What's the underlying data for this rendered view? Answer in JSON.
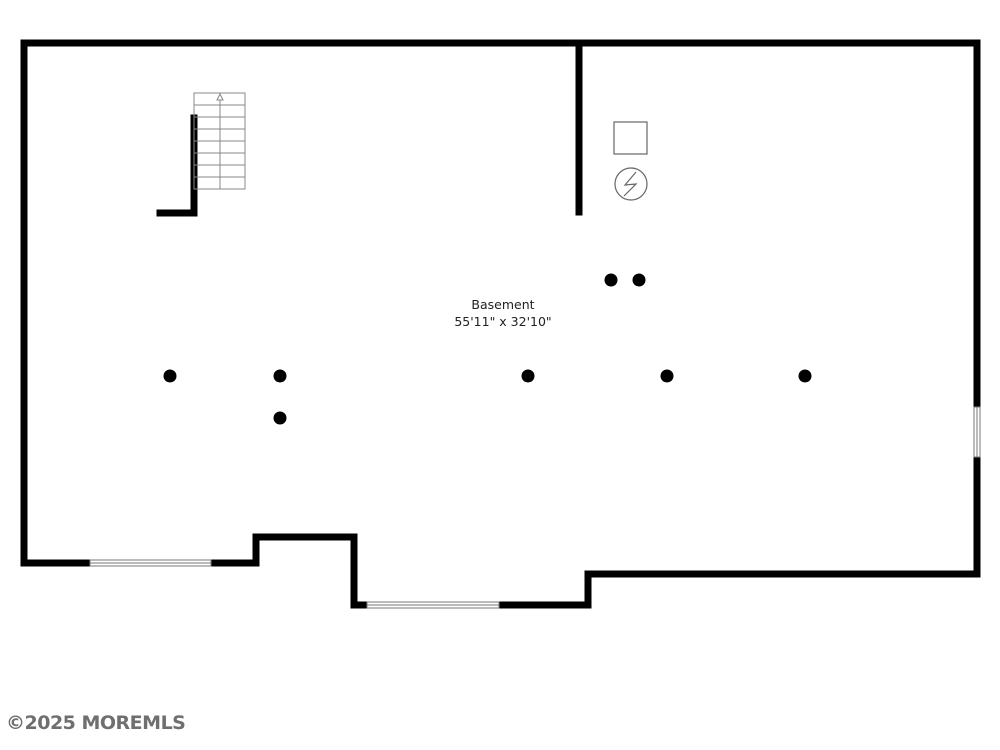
{
  "room": {
    "name": "Basement",
    "dimensions": "55'11\" x 32'10\""
  },
  "watermark": "©2025 MOREMLS",
  "symbols": {
    "stairs": "stairs-icon",
    "equipment_box": "square-icon",
    "electric_panel": "lightning-bolt-icon",
    "support_column": "filled-circle-icon"
  },
  "colors": {
    "wall": "#000000",
    "fixture": "#777777",
    "text": "#222222",
    "watermark": "#6f6f6f"
  }
}
